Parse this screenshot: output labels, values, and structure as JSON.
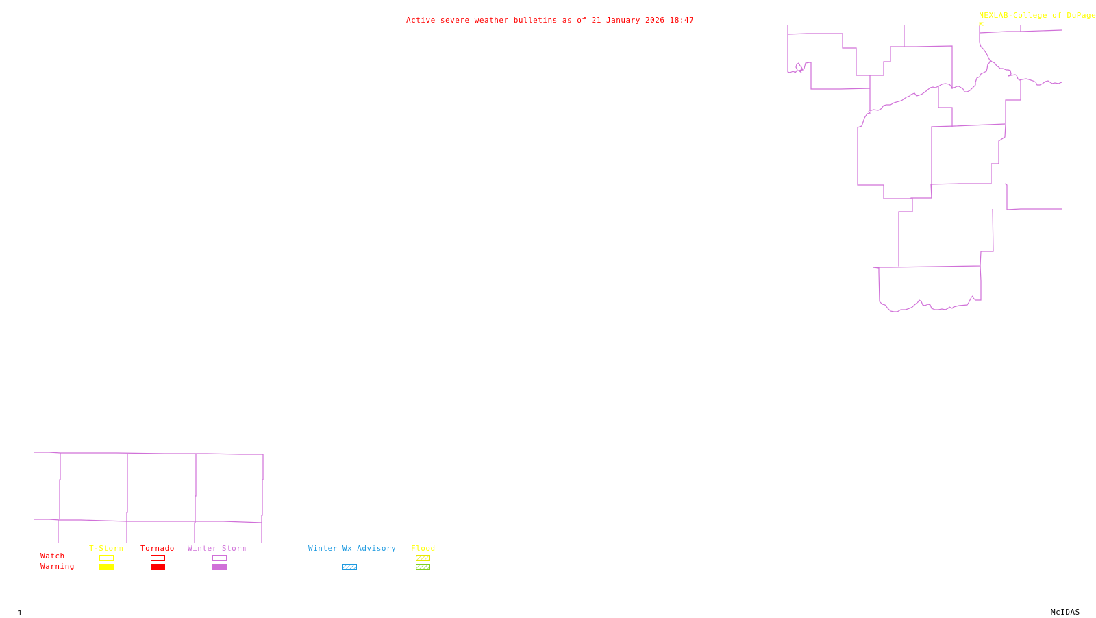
{
  "header": {
    "title": "Active severe weather bulletins as of 21 January 2026 18:47",
    "title_color": "#ff0000",
    "credit": "NEXLAB-College of DuPage",
    "credit_icon": "corner-arrow-icon",
    "credit_color": "#ffff00"
  },
  "map": {
    "boundary_color": "#d070d8",
    "boundary_type": "county-lines"
  },
  "legend": {
    "row_labels": {
      "watch": "Watch",
      "warning": "Warning"
    },
    "row_label_color": "#ff0000",
    "categories": [
      {
        "label": "T-Storm",
        "color": "#ffff00",
        "watch": "outline",
        "warning": "filled"
      },
      {
        "label": "Tornado",
        "color": "#ff0000",
        "watch": "outline",
        "warning": "filled"
      },
      {
        "label": "Winter Storm",
        "color": "#d070d8",
        "watch": "outline",
        "warning": "filled"
      },
      {
        "label": "Winter Wx Advisory",
        "color": "#1e9ae0",
        "watch": "none",
        "warning": "hatched"
      },
      {
        "label": "Flood",
        "color": "#ffff00",
        "watch": "hatched",
        "warning": "hatched",
        "warning_color": "#80d020"
      }
    ]
  },
  "footer": {
    "frame_number": "1",
    "software": "McIDAS"
  }
}
